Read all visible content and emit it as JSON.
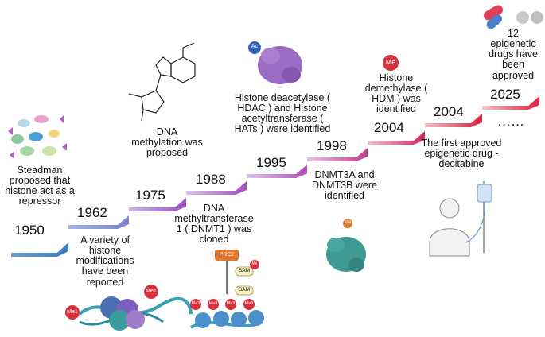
{
  "milestones": [
    {
      "year": "1950",
      "text": "Steadman proposed that histone act as a repressor"
    },
    {
      "year": "1962",
      "text": "A variety of histone modifications have been reported"
    },
    {
      "year": "1975",
      "text": "DNA methylation was proposed"
    },
    {
      "year": "1988",
      "text": "DNA methyltransferase 1 ( DNMT1 ) was cloned"
    },
    {
      "year": "1995",
      "text": "Histone deacetylase ( HDAC ) and Histone acetyltransferase ( HATs ) were identified"
    },
    {
      "year": "1998",
      "text": "DNMT3A and DNMT3B were identified"
    },
    {
      "year": "2004",
      "text": "Histone demethylase ( HDM ) was identified"
    },
    {
      "year": "2004",
      "text": "The first approved epigenetic drug - decitabine"
    },
    {
      "year": "2025",
      "text": "12 epigenetic drugs have been approved"
    }
  ],
  "ellipsis": "……",
  "badges": {
    "acetyl": "Ac",
    "methyl": "Me",
    "me1": "Me1",
    "me3": "Me3",
    "prc2": "PRC2",
    "sam": "SAM"
  },
  "colors": {
    "step_start": "#4a86c5",
    "step_mid": "#9a4fc1",
    "step_end": "#e0203a"
  }
}
